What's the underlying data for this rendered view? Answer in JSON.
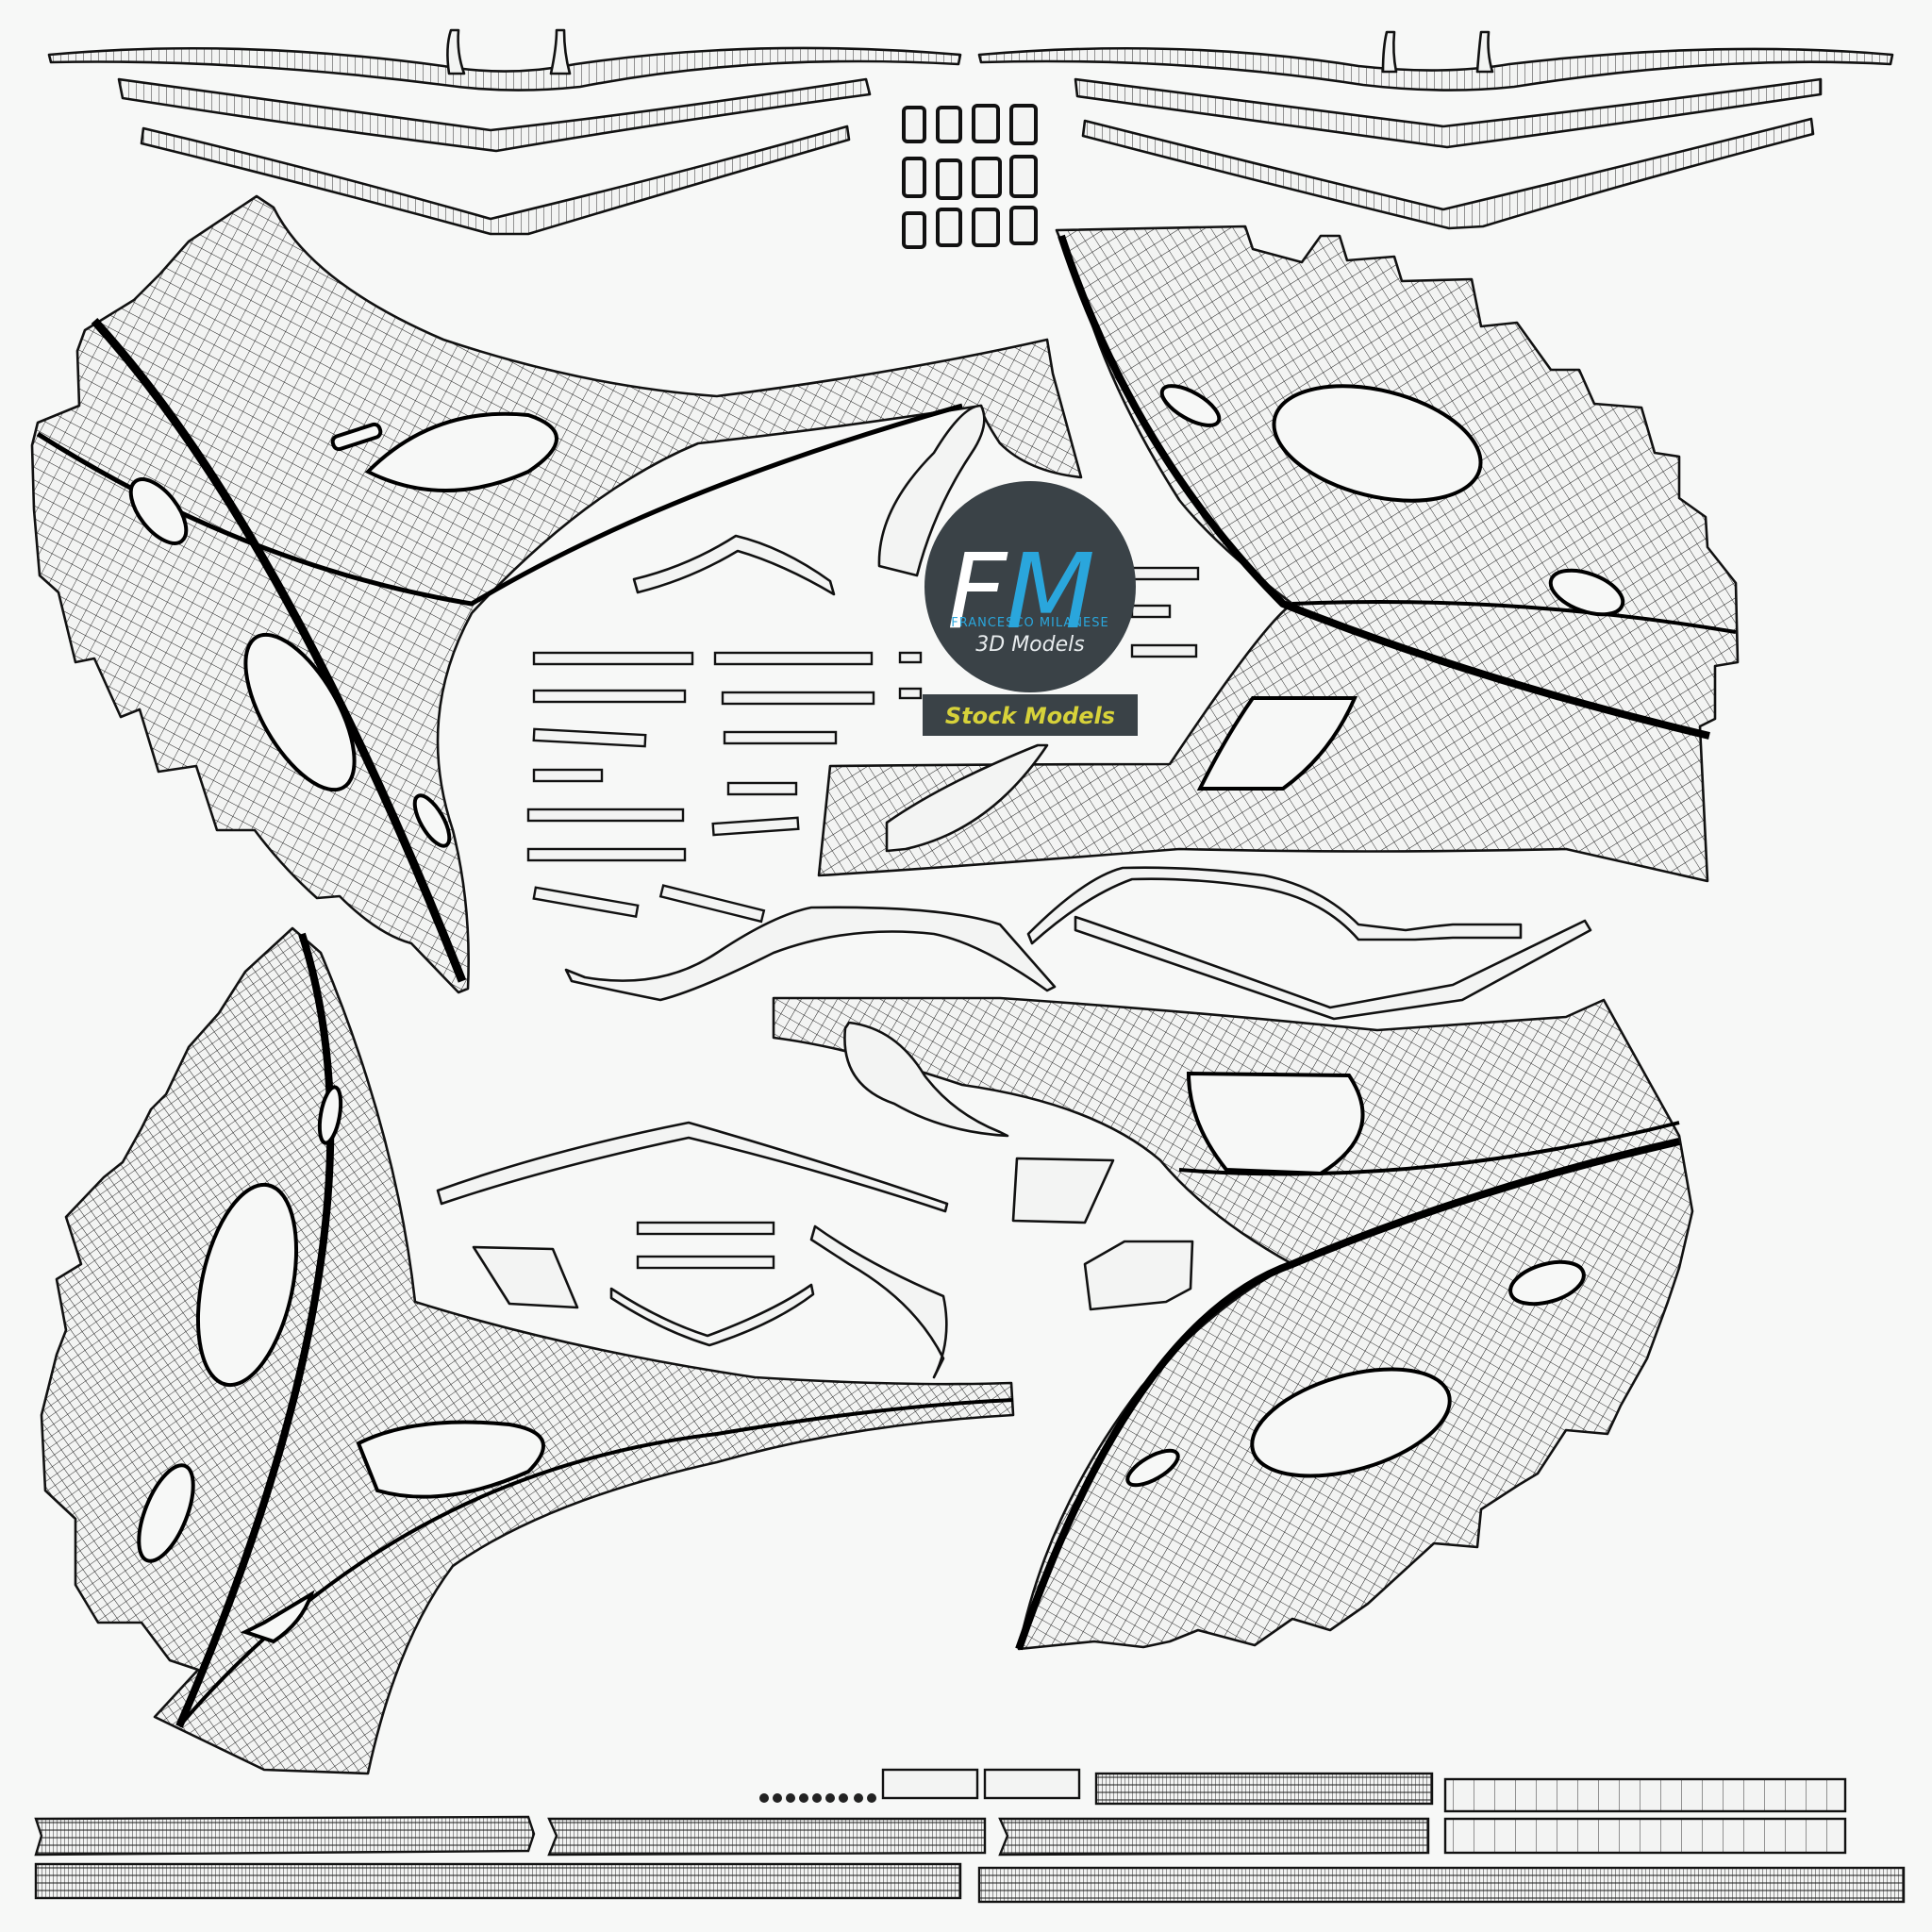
{
  "logo": {
    "initials_f": "F",
    "initials_m": "M",
    "brand": "FRANCESCO MILANESE",
    "sub": "3D Models",
    "tag": "Stock Models",
    "colors": {
      "disc": "#3a4247",
      "f": "#ffffff",
      "m": "#2aa6dc",
      "brand": "#2aa6dc",
      "sub": "#e8ecee",
      "tag_bg": "#3a4247",
      "tag_text": "#d7d23a"
    }
  },
  "sheet": {
    "background": "#f7f8f7",
    "line_color": "#111111"
  }
}
